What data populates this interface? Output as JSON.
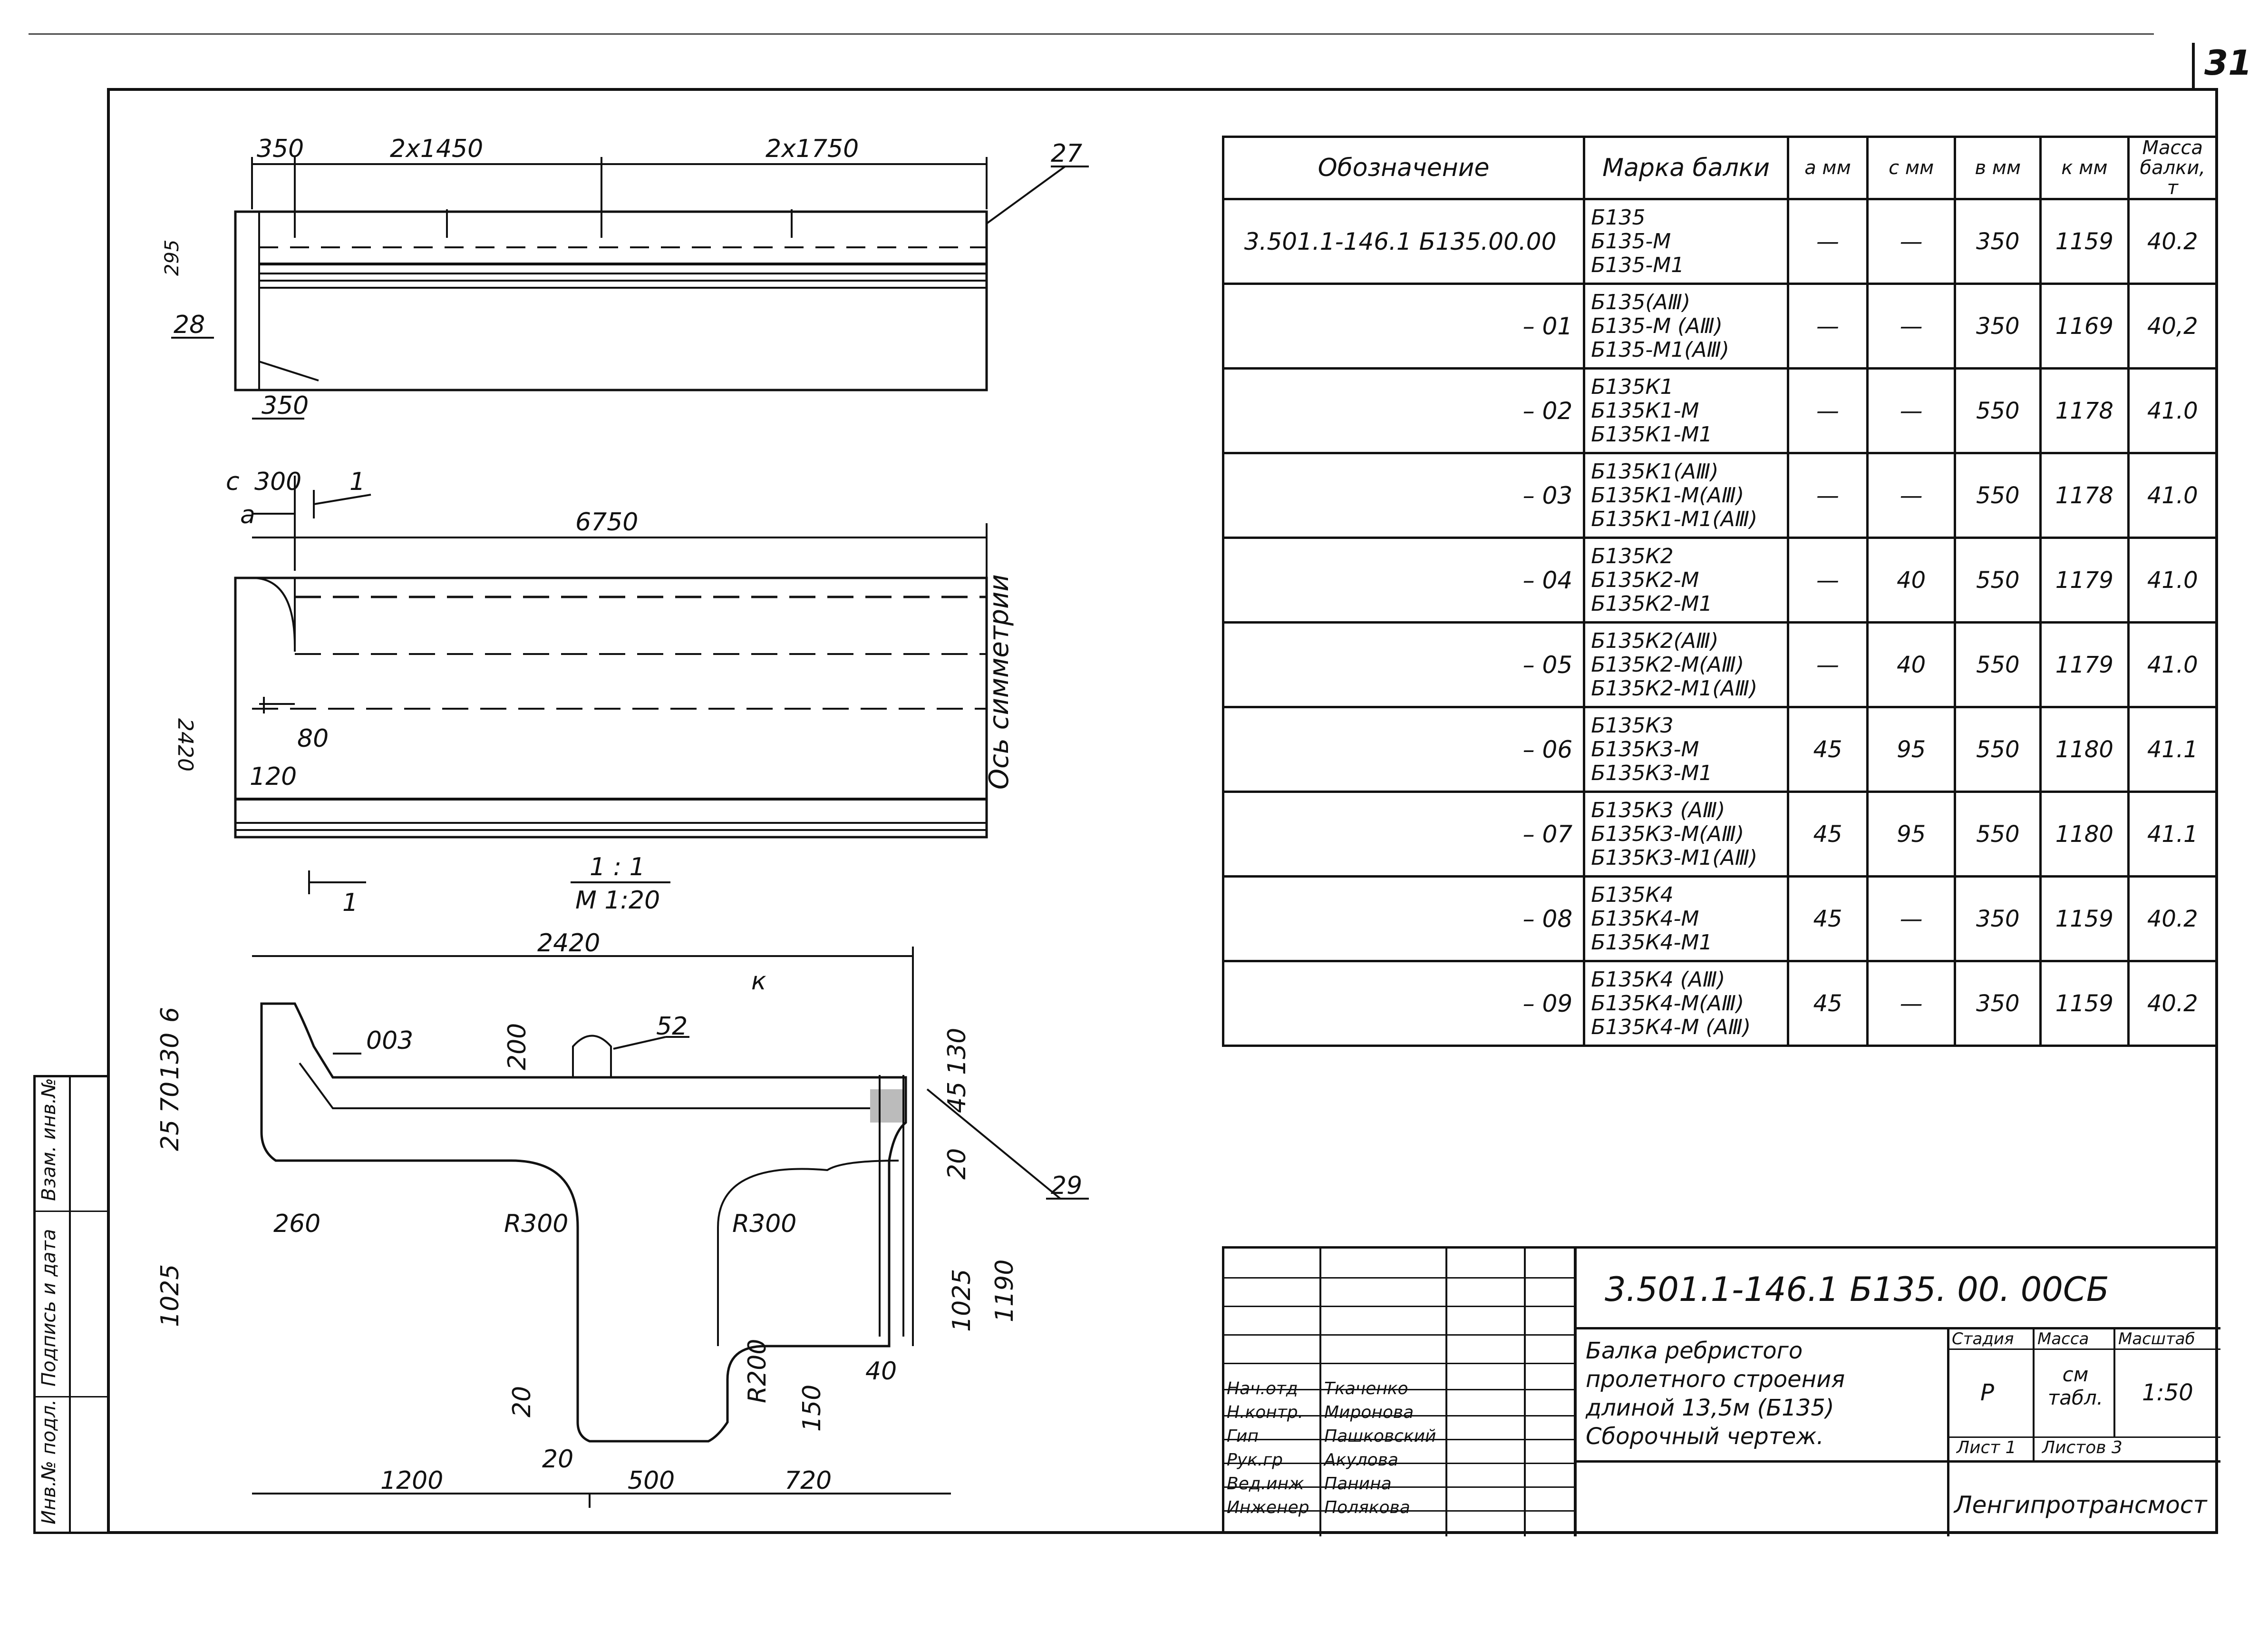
{
  "page_number": "31",
  "drawing": {
    "top_view": {
      "dims": [
        "350",
        "2x1450",
        "2x1750",
        "295",
        "350"
      ],
      "callouts": [
        "27",
        "28"
      ]
    },
    "side_view": {
      "dims": [
        "c",
        "300",
        "a",
        "6750",
        "2420",
        "80",
        "120"
      ],
      "section_mark": "1",
      "axis_label": "Ось симметрии",
      "scale_top": "1 : 1",
      "scale_bottom": "М 1:20"
    },
    "section": {
      "dims": [
        "2420",
        "к",
        "6",
        "003",
        "200",
        "52",
        "25",
        "70",
        "130",
        "45",
        "130",
        "20",
        "260",
        "R300",
        "R300",
        "29",
        "1025",
        "1025",
        "1190",
        "R200",
        "40",
        "20",
        "20",
        "150",
        "1200",
        "500",
        "720"
      ]
    }
  },
  "spec_table": {
    "headers": {
      "designation": "Обозначение",
      "mark": "Марка балки",
      "a": "а мм",
      "c": "с мм",
      "b": "в мм",
      "k": "к мм",
      "mass": "Масса балки, т"
    },
    "rows": [
      {
        "desig": "3.501.1-146.1 Б135.00.00",
        "marks": [
          "Б135",
          "Б135-М",
          "Б135-М1"
        ],
        "a": "—",
        "c": "—",
        "b": "350",
        "k": "1159",
        "mass": "40.2"
      },
      {
        "desig": "– 01",
        "marks": [
          "Б135(АⅢ)",
          "Б135-М (АⅢ)",
          "Б135-М1(АⅢ)"
        ],
        "a": "—",
        "c": "—",
        "b": "350",
        "k": "1169",
        "mass": "40,2"
      },
      {
        "desig": "– 02",
        "marks": [
          "Б135К1",
          "Б135К1-М",
          "Б135К1-М1"
        ],
        "a": "—",
        "c": "—",
        "b": "550",
        "k": "1178",
        "mass": "41.0"
      },
      {
        "desig": "– 03",
        "marks": [
          "Б135К1(АⅢ)",
          "Б135К1-М(АⅢ)",
          "Б135К1-М1(АⅢ)"
        ],
        "a": "—",
        "c": "—",
        "b": "550",
        "k": "1178",
        "mass": "41.0"
      },
      {
        "desig": "– 04",
        "marks": [
          "Б135К2",
          "Б135К2-М",
          "Б135К2-М1"
        ],
        "a": "—",
        "c": "40",
        "b": "550",
        "k": "1179",
        "mass": "41.0"
      },
      {
        "desig": "– 05",
        "marks": [
          "Б135К2(АⅢ)",
          "Б135К2-М(АⅢ)",
          "Б135К2-М1(АⅢ)"
        ],
        "a": "—",
        "c": "40",
        "b": "550",
        "k": "1179",
        "mass": "41.0"
      },
      {
        "desig": "– 06",
        "marks": [
          "Б135К3",
          "Б135К3-М",
          "Б135К3-М1"
        ],
        "a": "45",
        "c": "95",
        "b": "550",
        "k": "1180",
        "mass": "41.1"
      },
      {
        "desig": "– 07",
        "marks": [
          "Б135К3 (АⅢ)",
          "Б135К3-М(АⅢ)",
          "Б135К3-М1(АⅢ)"
        ],
        "a": "45",
        "c": "95",
        "b": "550",
        "k": "1180",
        "mass": "41.1"
      },
      {
        "desig": "– 08",
        "marks": [
          "Б135К4",
          "Б135К4-М",
          "Б135К4-М1"
        ],
        "a": "45",
        "c": "—",
        "b": "350",
        "k": "1159",
        "mass": "40.2"
      },
      {
        "desig": "– 09",
        "marks": [
          "Б135К4 (АⅢ)",
          "Б135К4-М(АⅢ)",
          "Б135К4-М (АⅢ)"
        ],
        "a": "45",
        "c": "—",
        "b": "350",
        "k": "1159",
        "mass": "40.2"
      }
    ]
  },
  "title_block": {
    "doc_code": "3.501.1-146.1   Б135. 00. 00СБ",
    "title_lines": [
      "Балка ребристого",
      "пролетного строения",
      "длиной 13,5м (Б135)",
      "Сборочный чертеж."
    ],
    "stage_label": "Стадия",
    "mass_label": "Масса",
    "scale_label": "Масштаб",
    "stage": "Р",
    "mass": "см табл.",
    "scale": "1:50",
    "sheet_label": "Лист 1",
    "sheets_label": "Листов 3",
    "org": "Ленгипротрансмост",
    "people": [
      {
        "role": "Нач.отд",
        "name": "Ткаченко"
      },
      {
        "role": "Н.контр.",
        "name": "Миронова"
      },
      {
        "role": "Гип",
        "name": "Пашковский"
      },
      {
        "role": "Рук.гр",
        "name": "Акулова"
      },
      {
        "role": "Вед.инж",
        "name": "Панина"
      },
      {
        "role": "Инженер",
        "name": "Полякова"
      }
    ]
  },
  "margin": {
    "labels": [
      "Инв.№ подл.",
      "Подпись и дата",
      "Взам. инв.№"
    ]
  }
}
